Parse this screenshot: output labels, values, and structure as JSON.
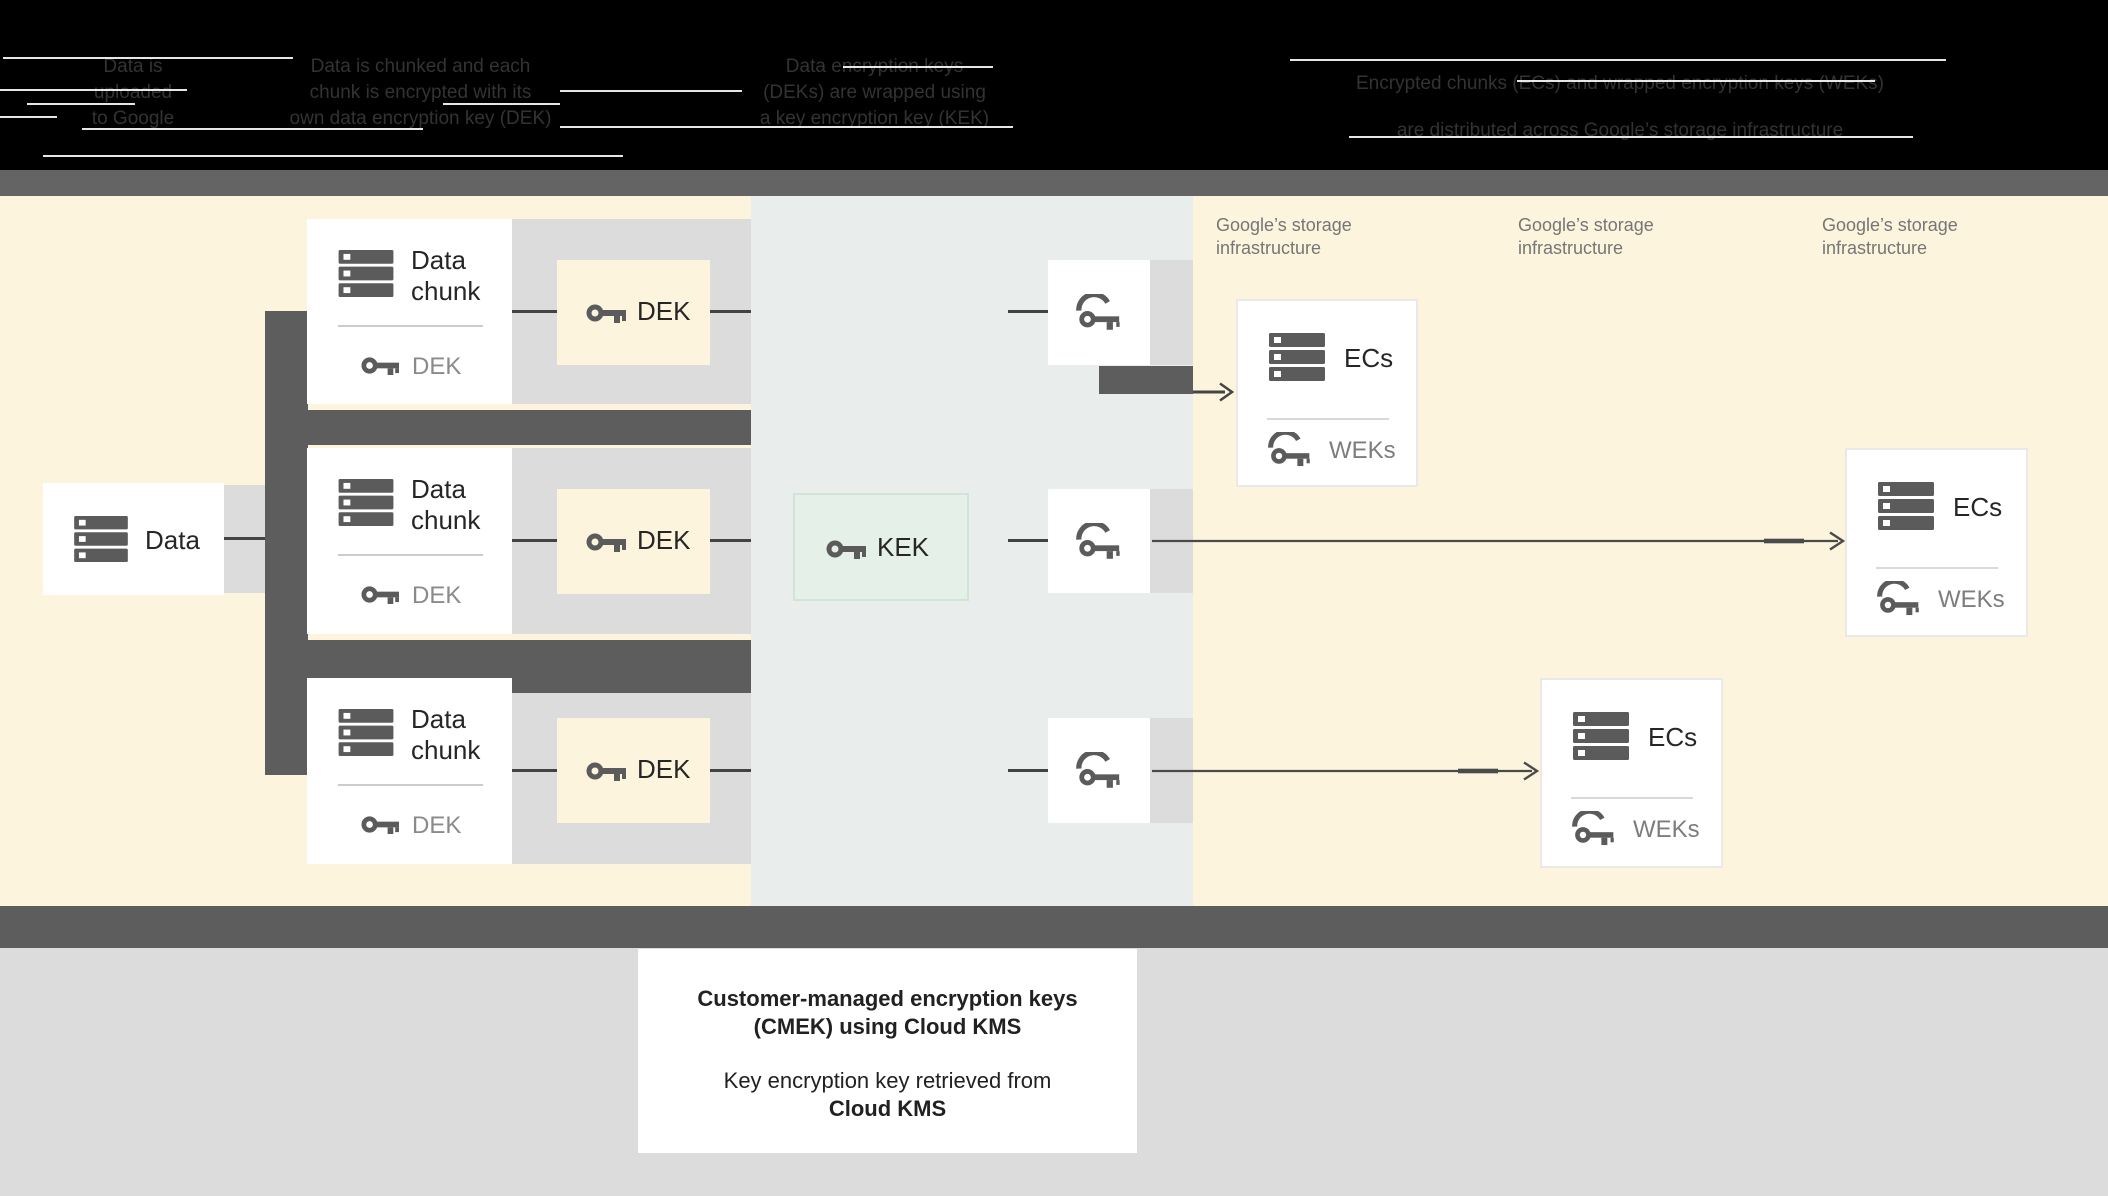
{
  "header": {
    "columns": [
      {
        "lines": [
          "Data is",
          "uploaded",
          "to Google"
        ]
      },
      {
        "lines": [
          "Data is chunked and each",
          "chunk is encrypted with its",
          "own data encryption key (DEK)"
        ]
      },
      {
        "lines": [
          "Data encryption keys",
          "(DEKs) are wrapped using",
          "a key encryption key (KEK)"
        ]
      },
      {
        "lines": [
          "Encrypted chunks (ECs) and wrapped encryption keys (WEKs)",
          "are distributed across Google’s storage infrastructure"
        ]
      }
    ]
  },
  "diagram": {
    "data_box": {
      "label": "Data"
    },
    "chunks": [
      {
        "title": "Data chunk",
        "key_label": "DEK"
      },
      {
        "title": "Data chunk",
        "key_label": "DEK"
      },
      {
        "title": "Data chunk",
        "key_label": "DEK"
      }
    ],
    "dek_boxes": [
      {
        "label": "DEK"
      },
      {
        "label": "DEK"
      },
      {
        "label": "DEK"
      }
    ],
    "kek_box": {
      "label": "KEK"
    },
    "storage_labels": [
      {
        "line1": "Google’s storage",
        "line2": "infrastructure"
      },
      {
        "line1": "Google’s storage",
        "line2": "infrastructure"
      },
      {
        "line1": "Google’s storage",
        "line2": "infrastructure"
      }
    ],
    "ec_boxes": [
      {
        "title": "ECs",
        "key_label": "WEKs"
      },
      {
        "title": "ECs",
        "key_label": "WEKs"
      },
      {
        "title": "ECs",
        "key_label": "WEKs"
      }
    ]
  },
  "caption": {
    "para1_line1": "Customer-managed encryption keys",
    "para1_line2": "(CMEK) using Cloud KMS",
    "para2_line1": "Key encryption key retrieved from",
    "para2_line2": "Cloud KMS"
  },
  "colors": {
    "header_bg": "#000000",
    "header_text": "#333333",
    "divider_band": "#646464",
    "beige_bg": "#fcf4dd",
    "kms_panel": "#e9edec",
    "dark_gray": "#5d5d5d",
    "light_gray_band": "#dcdcdc",
    "kek_fill": "#e5f0e8",
    "kek_border": "#d2e3d8",
    "icon_gray": "#5b5b5b",
    "text_dark": "#262626",
    "text_gray": "#8a8a8a",
    "storage_label_gray": "#767676",
    "line_color": "#434343",
    "bottom_bg": "#dcdcdc",
    "box_white": "#ffffff"
  }
}
